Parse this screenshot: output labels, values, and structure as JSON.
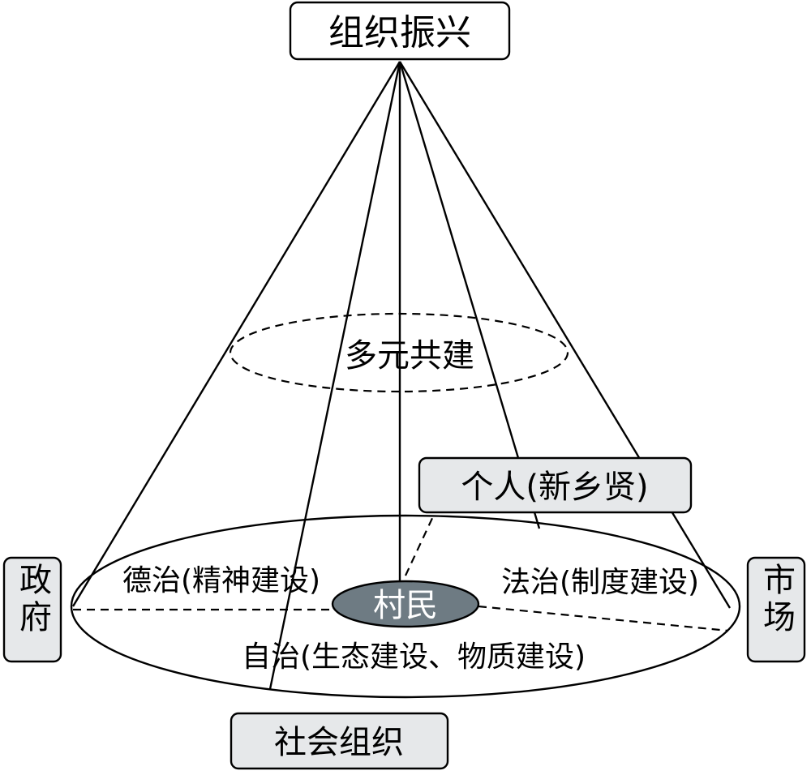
{
  "top": {
    "label": "组织振兴"
  },
  "middle": {
    "label": "多元共建"
  },
  "core": {
    "label": "村民"
  },
  "actors": {
    "individual": "个人(新乡贤)",
    "government": "政府",
    "market": "市场",
    "society": "社会组织"
  },
  "zones": {
    "moral": "德治(精神建设)",
    "law": "法治(制度建设)",
    "self": "自治(生态建设、物质建设)"
  },
  "colors": {
    "box_fill": "#e6e8ea",
    "core_fill": "#6e7b83",
    "stroke": "#000000"
  }
}
